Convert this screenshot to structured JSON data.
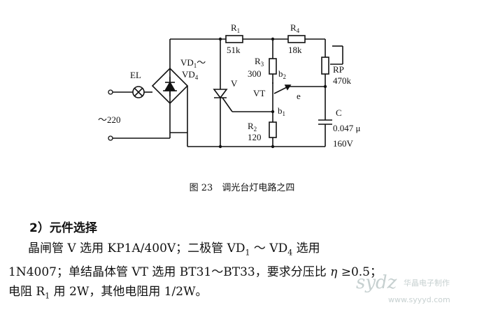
{
  "figure": {
    "labels": {
      "R1": "R",
      "R1_sub": "1",
      "R1_val": "51k",
      "R4": "R",
      "R4_sub": "4",
      "R4_val": "18k",
      "VD": "VD",
      "VD_sub1": "1",
      "VD_tilde": "～",
      "VD_line2": "VD",
      "VD_sub2": "4",
      "EL": "EL",
      "R3": "R",
      "R3_sub": "3",
      "R3_val": "300",
      "b2": "b",
      "b2_sub": "2",
      "RP": "RP",
      "RP_val": "470k",
      "V": "V",
      "VT": "VT",
      "e": "e",
      "b1": "b",
      "b1_sub": "1",
      "R2": "R",
      "R2_sub": "2",
      "R2_val": "120",
      "C": "C",
      "C_val": "0.047 μ",
      "C_volt": "160V",
      "supply": "～220"
    },
    "caption": "图 23　调光台灯电路之四"
  },
  "section_title": "2）元件选择",
  "paragraph": {
    "l1_a": "晶闸管 V 选用 KP1A/400V；二极管 VD",
    "l1_sub1": "1",
    "l1_b": " ～ VD",
    "l1_sub2": "4",
    "l1_c": " 选用",
    "l2_a": "1N4007；单结晶体管 VT 选用 BT31～BT33，要求分压比 ",
    "l2_eta": "η",
    "l2_b": " ≥0.5；",
    "l3_a": "电阻 R",
    "l3_sub": "1",
    "l3_b": " 用 2W，其他电阻用 1/2W。"
  },
  "watermark": {
    "logo": "sydz",
    "name": "华晶电子制作",
    "url": "www.syyyd.com"
  }
}
